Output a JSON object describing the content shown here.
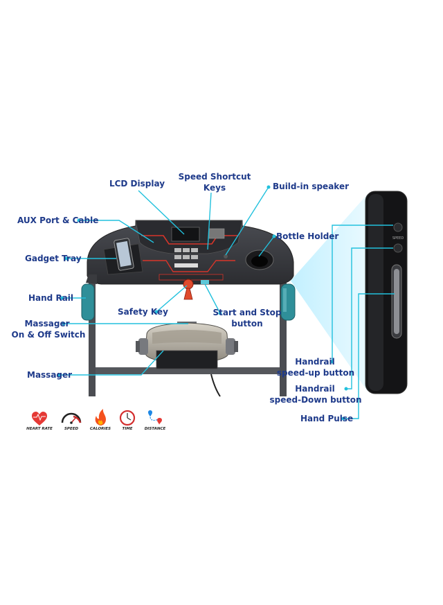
{
  "labels": {
    "lcd_display": "LCD Display",
    "speed_shortcut_line1": "Speed Shortcut",
    "speed_shortcut_line2": "Keys",
    "builtin_speaker": "Build-in speaker",
    "aux_port": "AUX Port & Cable",
    "bottle_holder": "Bottle Holder",
    "gadget_tray": "Gadget Tray",
    "hand_rail": "Hand Rail",
    "safety_key": "Safety Key",
    "start_stop_line1": "Start and Stop",
    "start_stop_line2": "button",
    "massager_switch_line1": "Massager",
    "massager_switch_line2": "On & Off Switch",
    "massager": "Massager",
    "handrail_up_line1": "Handrail",
    "handrail_up_line2": "speed-up button",
    "handrail_down_line1": "Handrail",
    "handrail_down_line2": "speed-Down button",
    "hand_pulse": "Hand Pulse",
    "handle_speed_text": "SPEED"
  },
  "metrics": [
    {
      "label": "HEART RATE",
      "icon": "heart-rate-icon",
      "color": "#e53935"
    },
    {
      "label": "SPEED",
      "icon": "speedometer-icon",
      "color": "#c62828"
    },
    {
      "label": "CALORIES",
      "icon": "flame-icon",
      "color": "#f4511e"
    },
    {
      "label": "TIME",
      "icon": "clock-icon",
      "color": "#d32f2f"
    },
    {
      "label": "DISTANCE",
      "icon": "route-pin-icon",
      "color": "#1e88e5"
    }
  ],
  "colors": {
    "label_text": "#1e3a8a",
    "leader_line": "#22c1dd",
    "console_body": "#3d3f44",
    "accent_red": "#d8352a",
    "grip_teal": "#2f8f99"
  }
}
